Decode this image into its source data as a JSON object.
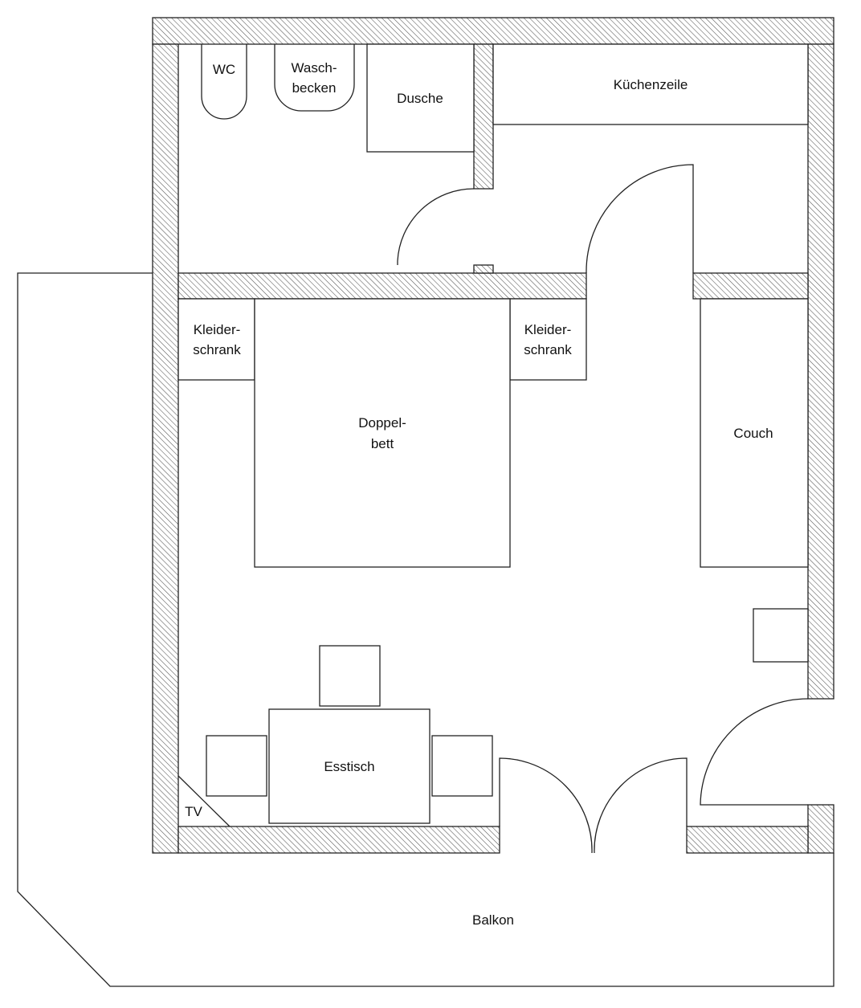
{
  "plan": {
    "wc": "WC",
    "washbasin": [
      "Wasch-",
      "becken"
    ],
    "shower": "Dusche",
    "kitchen": "Küchenzeile",
    "wardrobe_left": [
      "Kleider-",
      "schrank"
    ],
    "wardrobe_right": [
      "Kleider-",
      "schrank"
    ],
    "bed": [
      "Doppel-",
      "bett"
    ],
    "couch": "Couch",
    "table": "Esstisch",
    "tv": "TV",
    "balcony": "Balkon"
  },
  "colors": {
    "line": "#222222",
    "hatch": "#555555",
    "background": "#ffffff"
  }
}
